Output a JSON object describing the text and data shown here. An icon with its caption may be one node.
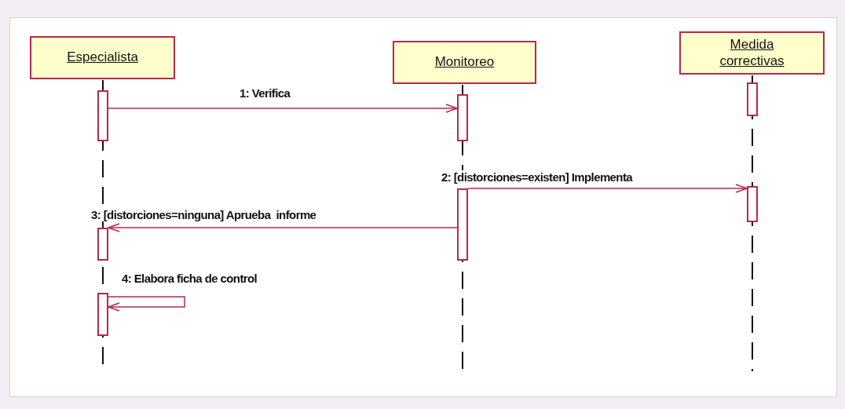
{
  "diagram": {
    "nodes": [
      {
        "text": [
          "Especialista"
        ]
      },
      {
        "text": [
          "Monitoreo"
        ]
      },
      {
        "text": [
          "Medida correctivas"
        ]
      },
      {
        "text": [],
        "shape": "bar"
      },
      {
        "text": [],
        "shape": "bar"
      },
      {
        "text": [],
        "shape": "bar"
      },
      {
        "text": [],
        "shape": "bar"
      },
      {
        "text": [],
        "shape": "bar"
      },
      {
        "text": [],
        "shape": "bar"
      },
      {
        "text": [],
        "shape": "bar"
      }
    ],
    "edges": [
      {
        "from": 3,
        "to": 4,
        "arrow": "to",
        "label": "1: Verifica"
      },
      {
        "from": 6,
        "to": 7,
        "arrow": "to",
        "label": "2: [distorciones=existen] Implementa"
      },
      {
        "from": 6,
        "to": 8,
        "arrow": "to",
        "label": "3: [distorciones=ninguna] Aprueba  informe"
      },
      {
        "from": 9,
        "to": 9,
        "arrow": "to",
        "label": "4: Elabora ficha de control"
      }
    ]
  }
}
